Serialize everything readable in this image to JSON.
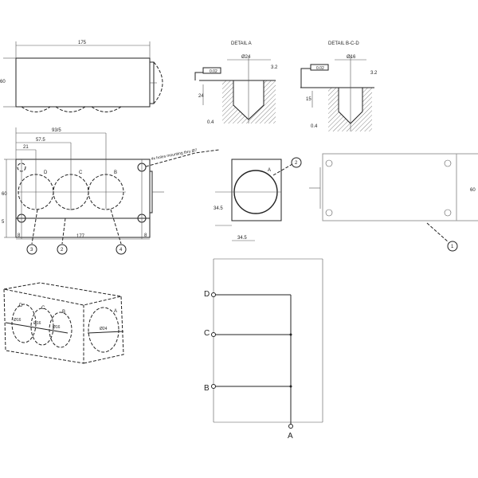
{
  "top_view": {
    "width_dim": "175",
    "height_dim": "60"
  },
  "front_view": {
    "dims": {
      "d1": "93/5",
      "d2": "57.5",
      "d3": "21",
      "bottom": "177",
      "left_small": "5",
      "height": "60",
      "left_edge": "8",
      "right_edge": "8"
    },
    "port_labels": [
      "D",
      "C",
      "B"
    ],
    "note": "4x holes mounting thru Ø7",
    "callouts": [
      "3",
      "2",
      "4"
    ]
  },
  "detail_a": {
    "title": "DETAIL A",
    "spec": "0.02",
    "dia": "Ø24",
    "roughness": "3.2",
    "depth": "24",
    "chamfer": "0.4"
  },
  "detail_bcd": {
    "title": "DETAIL B-C-D",
    "spec": "0.02",
    "dia": "Ø16",
    "roughness": "3.2",
    "depth": "15",
    "chamfer": "0.4"
  },
  "side_view": {
    "port_label": "A",
    "callout": "2",
    "height_dim": "34.5",
    "width_dim": "34.5"
  },
  "right_view": {
    "height_dim": "60",
    "callout": "1"
  },
  "iso_view": {
    "labels": [
      "D",
      "C",
      "B",
      "A"
    ],
    "sizes": [
      "Ø16",
      "Ø16",
      "Ø16",
      "Ø24"
    ]
  },
  "circuit": {
    "labels": [
      "D",
      "C",
      "B",
      "A"
    ]
  }
}
